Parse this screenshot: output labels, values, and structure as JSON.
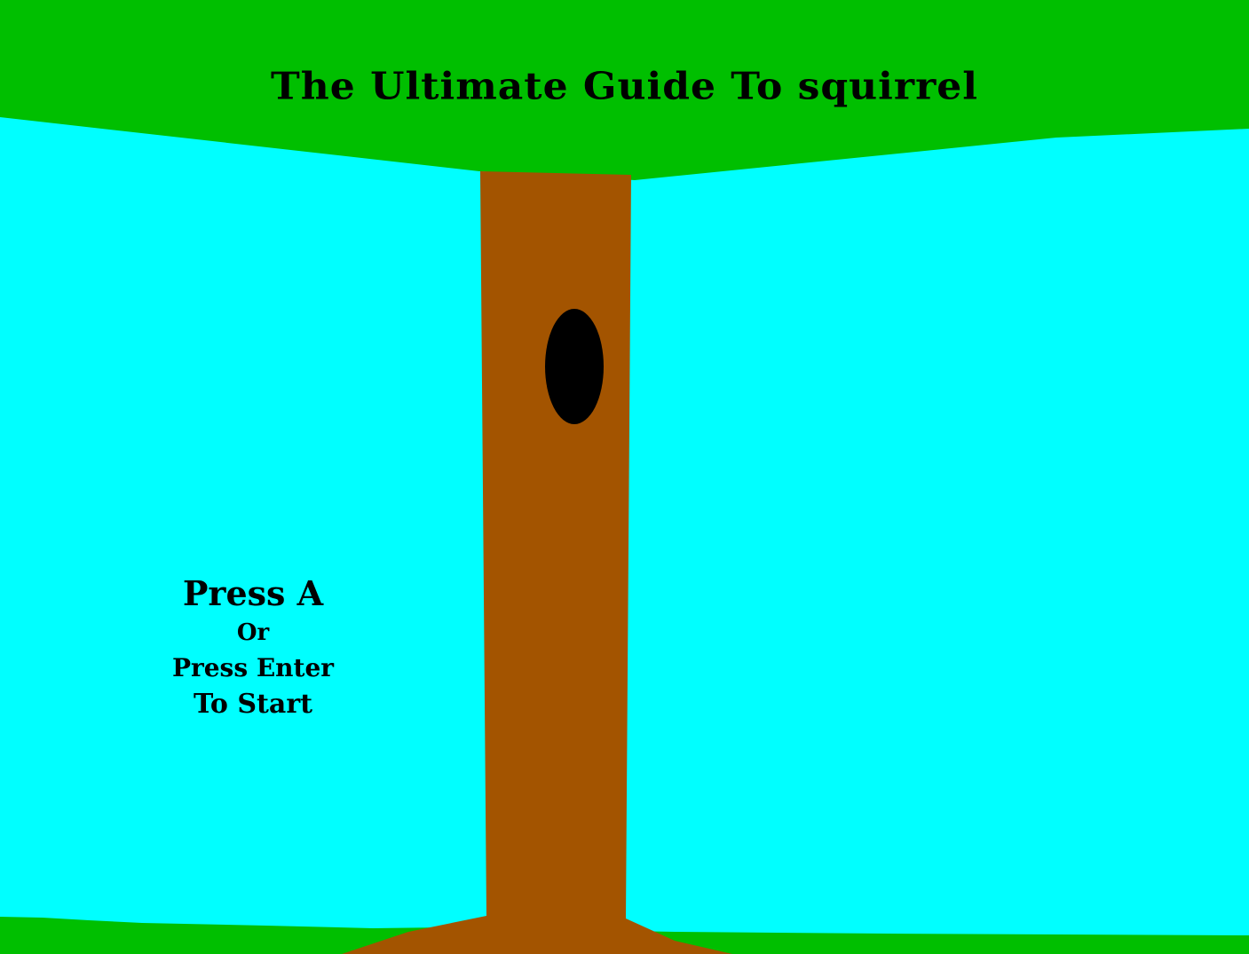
{
  "game": {
    "title": "The Ultimate Guide To squirrel",
    "start_prompt": {
      "line1": "Press A",
      "line2": "Or",
      "line3": "Press Enter",
      "line4": "To Start"
    }
  },
  "colors": {
    "sky": "#00ffff",
    "foliage": "#00bf00",
    "grass": "#00bf00",
    "trunk": "#a35400",
    "tree_hole": "#000000",
    "text": "#000000"
  }
}
